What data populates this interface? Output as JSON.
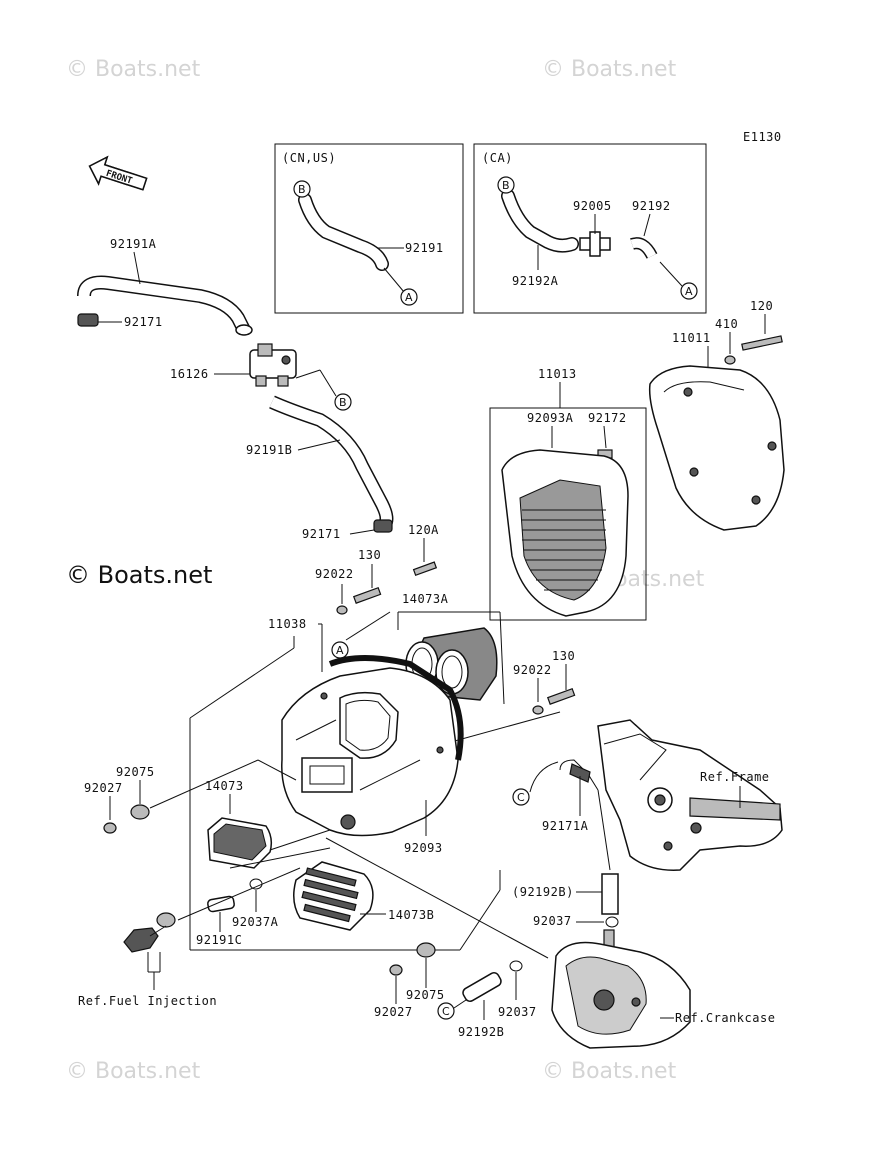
{
  "watermark": {
    "text": "© Boats.net",
    "text_bold": "© Boats.net"
  },
  "diagram_code": "E1130",
  "front_label": "FRONT",
  "boxes": {
    "cn_us": "(CN,US)",
    "ca": "(CA)"
  },
  "letter_markers": {
    "a": "A",
    "b": "B",
    "c": "C"
  },
  "part_numbers": {
    "p92191": "92191",
    "p92005": "92005",
    "p92192": "92192",
    "p92192A": "92192A",
    "p92191A": "92191A",
    "p92171_top": "92171",
    "p16126": "16126",
    "p92191B": "92191B",
    "p92171_mid": "92171",
    "p120A": "120A",
    "p130_left": "130",
    "p92022_left": "92022",
    "p11038": "11038",
    "p14073A": "14073A",
    "p11013": "11013",
    "p92093A": "92093A",
    "p92172": "92172",
    "p11011": "11011",
    "p410": "410",
    "p120": "120",
    "p130_right": "130",
    "p92022_right": "92022",
    "p92075_left": "92075",
    "p92027_left": "92027",
    "p14073": "14073",
    "p92093": "92093",
    "p92171A": "92171A",
    "p92192B_paren": "(92192B)",
    "p92037_right": "92037",
    "p92037A": "92037A",
    "p14073B": "14073B",
    "p92191C": "92191C",
    "p92027_bottom": "92027",
    "p92075_bottom": "92075",
    "p92037_bottom": "92037",
    "p92192B": "92192B"
  },
  "refs": {
    "frame": "Ref.Frame",
    "fuel_injection": "Ref.Fuel Injection",
    "crankcase": "Ref.Crankcase"
  }
}
